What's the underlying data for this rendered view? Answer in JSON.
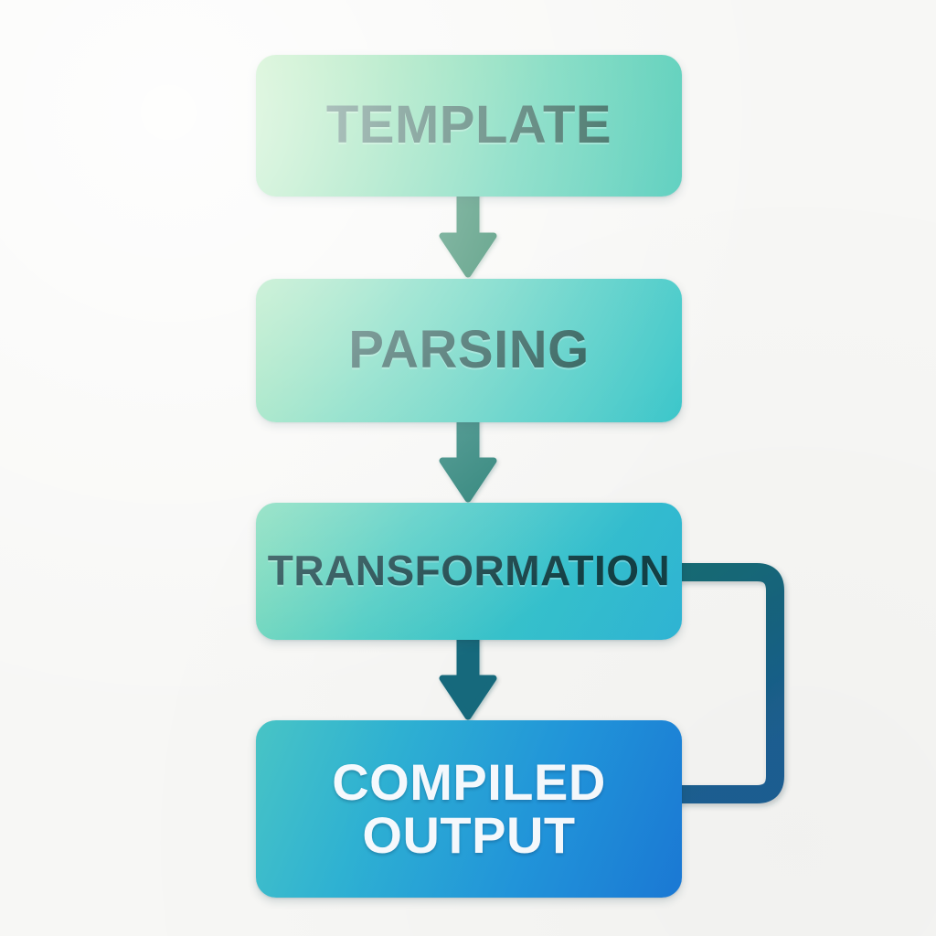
{
  "diagram": {
    "type": "flowchart",
    "orientation": "vertical",
    "background_color": "#f7f7f5",
    "nodes": [
      {
        "id": "template",
        "label": "TEMPLATE",
        "shape": "rounded-rectangle",
        "text_color": "#1a5447",
        "gradient_from": "#8fe08f",
        "gradient_to": "#49c9b8"
      },
      {
        "id": "parsing",
        "label": "PARSING",
        "shape": "rounded-rectangle",
        "text_color": "#134a45",
        "gradient_from": "#86dda2",
        "gradient_to": "#36c6cb"
      },
      {
        "id": "transformation",
        "label": "TRANSFORMATION",
        "shape": "rounded-rectangle",
        "text_color": "#134045",
        "gradient_from": "#72d9b2",
        "gradient_to": "#2fb6d6"
      },
      {
        "id": "compiled-output",
        "label_line1": "COMPILED",
        "label_line2": "OUTPUT",
        "label": "COMPILED OUTPUT",
        "shape": "rounded-rectangle",
        "text_color": "#f7fbff",
        "gradient_from": "#48c5c6",
        "gradient_to": "#1b7ad8"
      }
    ],
    "connectors": [
      {
        "id": "template-to-parsing",
        "from": "template",
        "to": "parsing",
        "direction": "down",
        "style": "solid-arrow",
        "color": "#1e7a57"
      },
      {
        "id": "parsing-to-transformation",
        "from": "parsing",
        "to": "transformation",
        "direction": "down",
        "style": "solid-arrow",
        "color": "#17776c"
      },
      {
        "id": "transformation-to-compiled-output",
        "from": "transformation",
        "to": "compiled-output",
        "direction": "down",
        "style": "solid-arrow",
        "color": "#156a7d"
      },
      {
        "id": "compiled-output-to-transformation-feedback",
        "from": "compiled-output",
        "to": "transformation",
        "direction": "right-loop",
        "style": "rounded-elbow",
        "color_from": "#136b73",
        "color_to": "#1c5f93"
      }
    ]
  }
}
